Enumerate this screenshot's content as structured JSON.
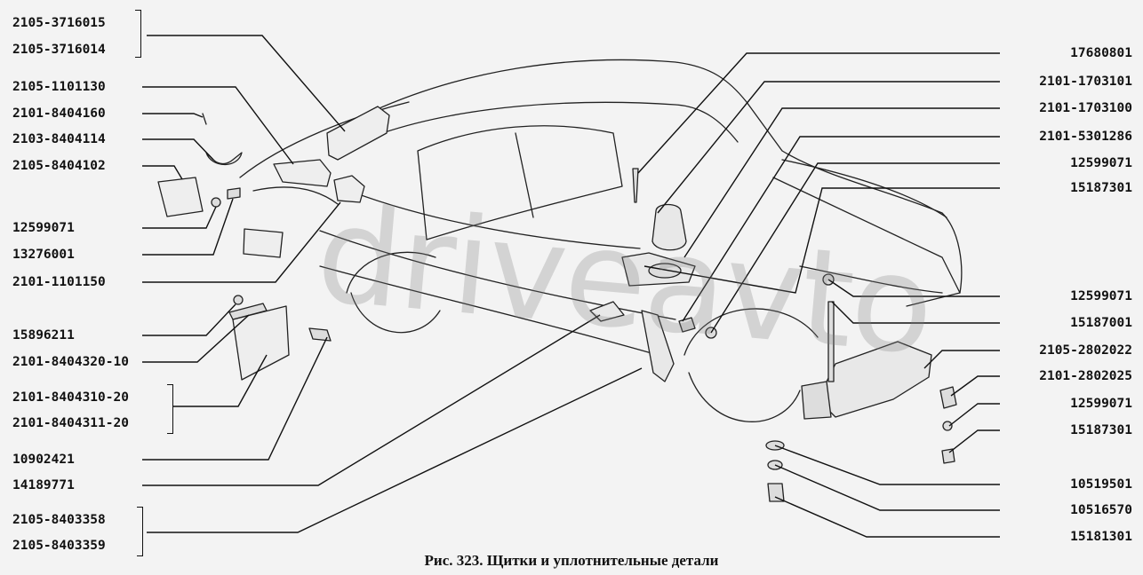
{
  "caption": "Рис. 323. Щитки и уплотнительные детали",
  "watermark": "driveavto",
  "labels_left": [
    "2105-3716015",
    "2105-3716014",
    "2105-1101130",
    "2101-8404160",
    "2103-8404114",
    "2105-8404102",
    "12599071",
    "13276001",
    "2101-1101150",
    "15896211",
    "2101-8404320-10",
    "2101-8404310-20",
    "2101-8404311-20",
    "10902421",
    "14189771",
    "2105-8403358",
    "2105-8403359"
  ],
  "labels_right": [
    "17680801",
    "2101-1703101",
    "2101-1703100",
    "2101-5301286",
    "12599071",
    "15187301",
    "12599071",
    "15187001",
    "2105-2802022",
    "2101-2802025",
    "12599071",
    "15187301",
    "10519501",
    "10516570",
    "15181301"
  ]
}
